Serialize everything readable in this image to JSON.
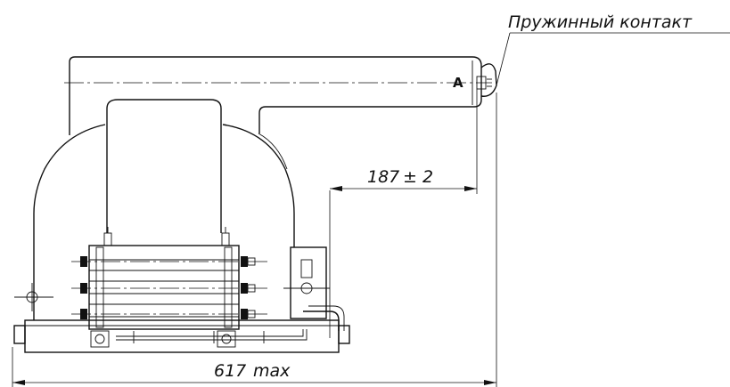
{
  "callout": {
    "label": "Пружинный контакт"
  },
  "marks": {
    "view_letter": "A"
  },
  "dimensions": {
    "offset_value": "187",
    "offset_tolerance": "± 2",
    "overall_value": "617",
    "overall_suffix": "max"
  },
  "colors": {
    "line": "#111111",
    "background": "#ffffff"
  }
}
